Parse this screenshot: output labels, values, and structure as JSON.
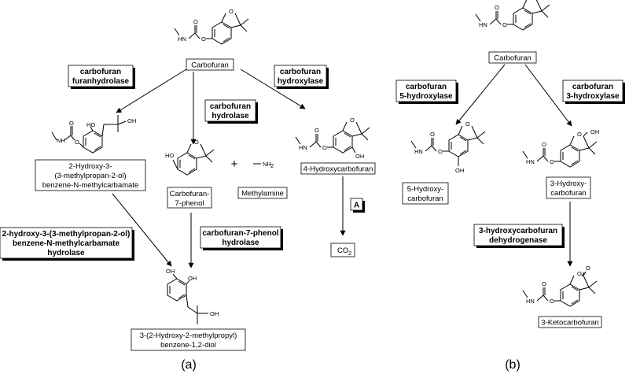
{
  "panel_a": {
    "label": "(a)",
    "compounds": {
      "carbofuran": "Carbofuran",
      "hmpb_l1": "2-Hydroxy-3-",
      "hmpb_l2": "(3-methylpropan-2-ol)",
      "hmpb_l3": "benzene-N-methylcarbamate",
      "c7p_l1": "Carbofuran-",
      "c7p_l2": "7-phenol",
      "methylamine": "Methylamine",
      "hydroxy4": "4-Hydroxycarbofuran",
      "co2_main": "CO",
      "co2_sub": "2",
      "diol_l1": "3-(2-Hydroxy-2-methylpropyl)",
      "diol_l2": "benzene-1,2-diol"
    },
    "enzymes": {
      "furanhydrolase_l1": "carbofuran",
      "furanhydrolase_l2": "furanhydrolase",
      "hydrolase_l1": "carbofuran",
      "hydrolase_l2": "hydrolase",
      "hydroxylase_l1": "carbofuran",
      "hydroxylase_l2": "hydroxylase",
      "enzyme_a": "A",
      "c7p_hydrolase_l1": "carbofuran-7-phenol",
      "c7p_hydrolase_l2": "hydrolase",
      "hmpb_hydrolase_l1": "2-hydroxy-3-(3-methylpropan-2-ol)",
      "hmpb_hydrolase_l2": "benzene-N-methylcarbamate",
      "hmpb_hydrolase_l3": "hydrolase"
    },
    "plus": "+"
  },
  "panel_b": {
    "label": "(b)",
    "compounds": {
      "carbofuran": "Carbofuran",
      "h5_l1": "5-Hydroxy-",
      "h5_l2": "carbofuran",
      "h3_l1": "3-Hydroxy-",
      "h3_l2": "carbofuran",
      "keto": "3-Ketocarbofuran"
    },
    "enzymes": {
      "h5_l1": "carbofuran",
      "h5_l2": "5-hydroxylase",
      "h3_l1": "carbofuran",
      "h3_l2": "3-hydroxylase",
      "dehyd_l1": "3-hydroxycarbofuran",
      "dehyd_l2": "dehydrogenase"
    }
  },
  "atoms": {
    "O": "O",
    "HN": "HN",
    "NH": "NH",
    "HO": "HO",
    "OH": "OH",
    "NH2_main": "NH",
    "NH2_sub": "2"
  }
}
